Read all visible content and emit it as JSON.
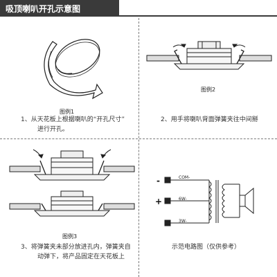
{
  "header": {
    "title": "吸顶喇叭开孔示意图",
    "accent": "#3a3a3a"
  },
  "panels": {
    "fig1": {
      "caption": "图例1",
      "text_line1": "1、从天花板上根据喇叭的“开孔尺寸”",
      "text_line2": "进行开孔。"
    },
    "fig2": {
      "caption": "图例2",
      "text_line1": "2、用手将喇叭背面弹簧夹往中间掰"
    },
    "fig3": {
      "caption": "图例3",
      "text_line1": "3、将弹簧夹未部分放进孔内，弹簧夹自",
      "text_line2": "动弹下，将产品固定在天花板上"
    },
    "fig4": {
      "caption": "示范电路图（仅供参考）",
      "terminals": {
        "com": "COM-",
        "w6": "6W-",
        "w3": "3W-"
      },
      "minus_sign": "-",
      "plus_sign": "+"
    }
  },
  "icons": [
    "cut-circle-icon",
    "rotate-arrow-icon",
    "spring-clip-arrow-icon",
    "transformer-icon",
    "loudspeaker-icon"
  ]
}
